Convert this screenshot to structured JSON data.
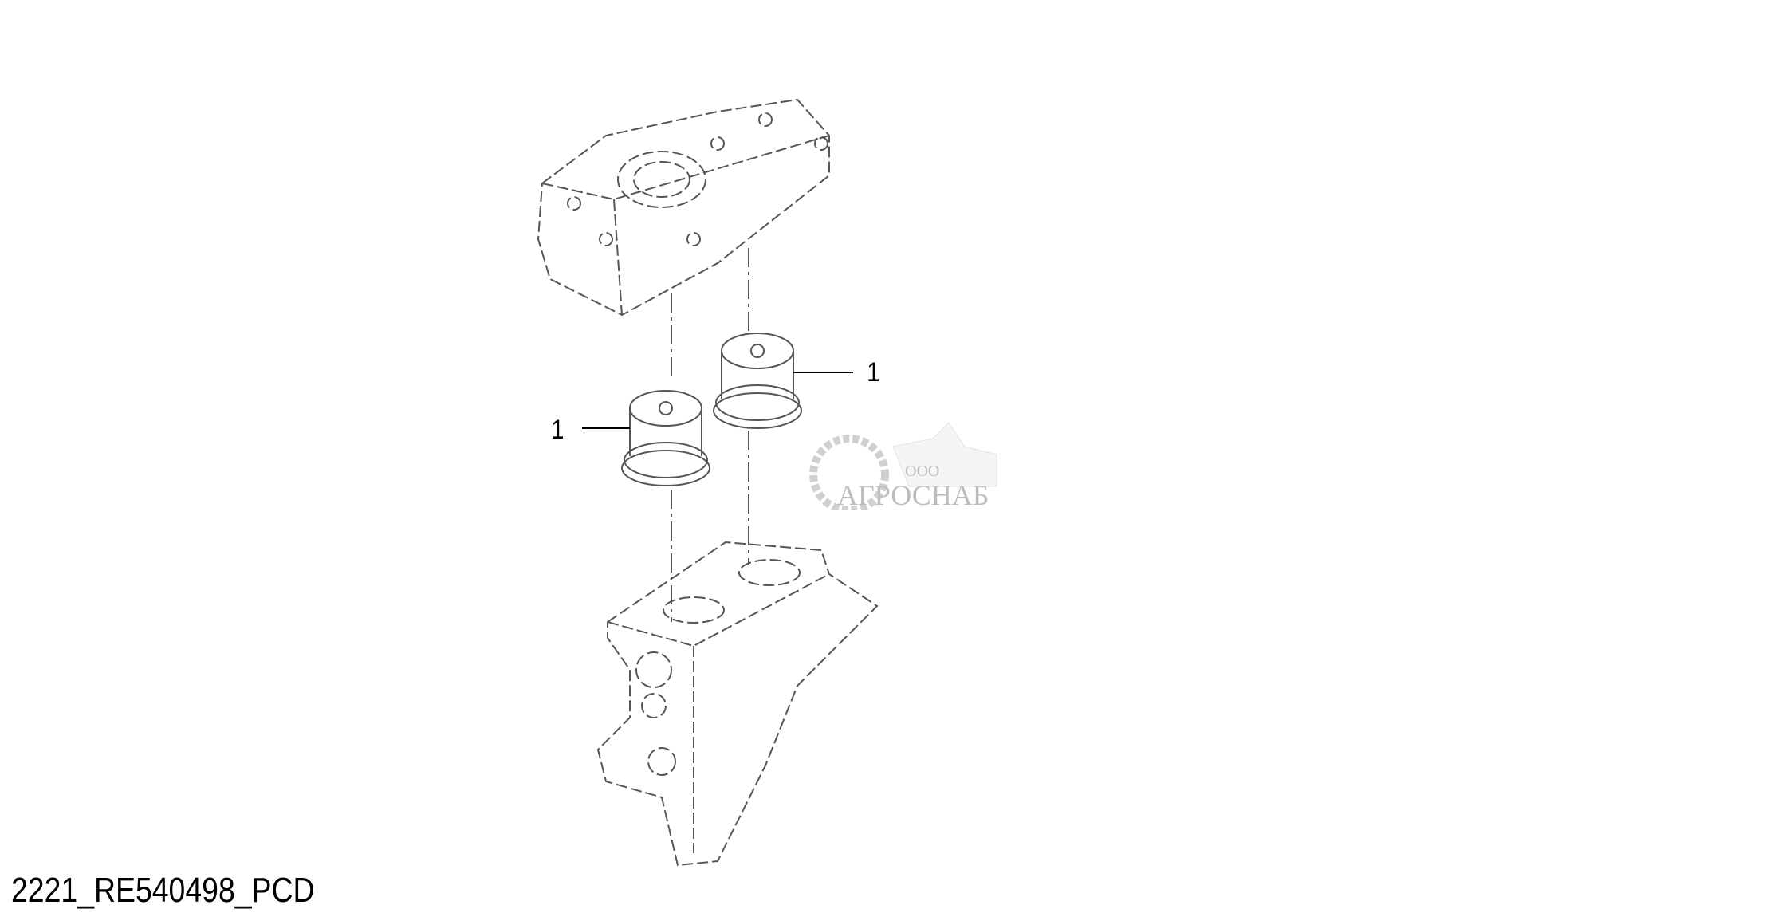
{
  "diagram": {
    "caption": "2221_RE540498_PCD",
    "callouts": [
      "1",
      "1"
    ],
    "watermark": {
      "prefix": "ООО",
      "name": "АГРОСНАБ"
    },
    "line_color": "#555555"
  }
}
